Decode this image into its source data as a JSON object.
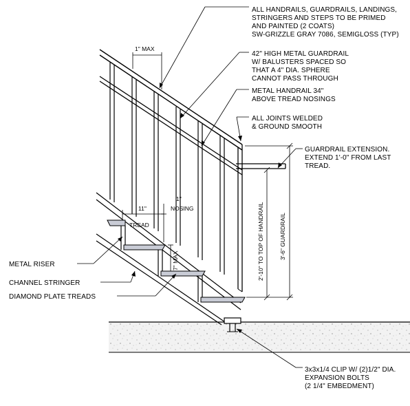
{
  "notes": {
    "finish": [
      "ALL HANDRAILS, GUARDRAILS, LANDINGS,",
      "STRINGERS AND STEPS TO BE PRIMED",
      "AND PAINTED (2 COATS)",
      "SW-GRIZZLE GRAY 7086, SEMIGLOSS (TYP)"
    ],
    "guardrail": [
      "42\" HIGH METAL GUARDRAIL",
      "W/ BALUSTERS SPACED SO",
      "THAT A 4\" DIA. SPHERE",
      "CANNOT PASS THROUGH"
    ],
    "handrail": [
      "METAL HANDRAIL 34\"",
      "ABOVE TREAD NOSINGS"
    ],
    "joints": [
      "ALL JOINTS WELDED",
      "& GROUND SMOOTH"
    ],
    "extension": [
      "GUARDRAIL EXTENSION.",
      "EXTEND 1'-0\" FROM LAST",
      "TREAD."
    ],
    "riser": [
      "METAL RISER"
    ],
    "stringer": [
      "CHANNEL STRINGER"
    ],
    "treads": [
      "DIAMOND PLATE TREADS"
    ],
    "clip": [
      "3x3x1/4 CLIP W/ (2)1/2\" DIA.",
      "EXPANSION BOLTS",
      "(2 1/4\" EMBEDMENT)"
    ]
  },
  "dimensions": {
    "max_gap": "1\" MAX",
    "tread": "11\"",
    "tread_label": "TREAD",
    "nosing": "1\"",
    "nosing_label": "NOSING",
    "riser_max": "7\" MAX",
    "handrail_height": "2'-10\" TO TOP OF HANDRAIL",
    "guardrail_height": "3'-6\" GUARDRAIL"
  }
}
